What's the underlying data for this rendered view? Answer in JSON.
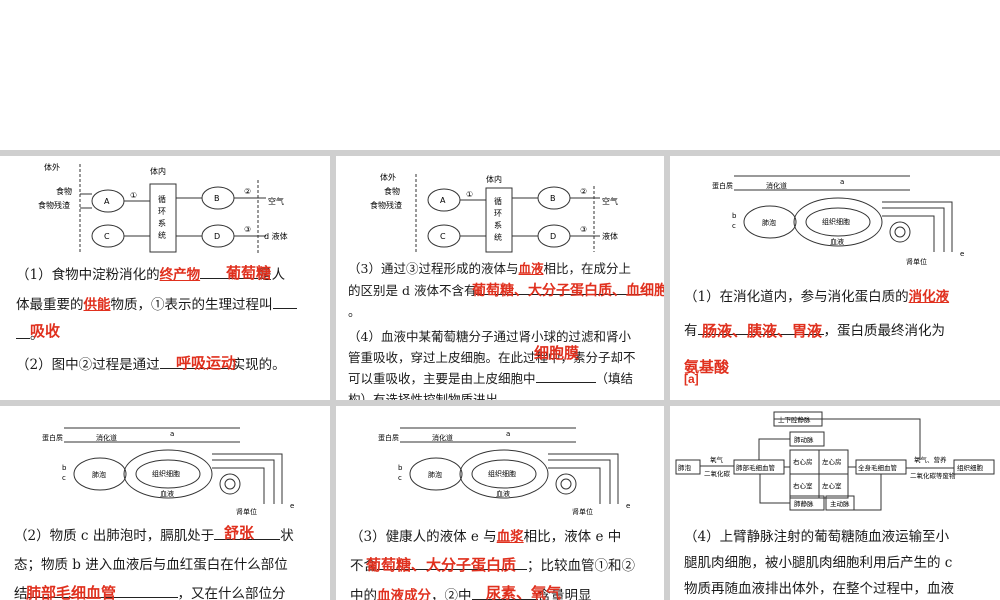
{
  "diagram1": {
    "outside": "体外",
    "inside": "体内",
    "food": "食物",
    "residue": "食物残渣",
    "A": "A",
    "B": "B",
    "C": "C",
    "D": "D",
    "n1": "①",
    "n2": "②",
    "n3": "③",
    "circ": [
      "循",
      "环",
      "系",
      "统"
    ],
    "air": "空气",
    "dliq": "d 液体",
    "liq": "液体"
  },
  "diagram2": {
    "protein": "蛋白质",
    "tract": "消化道",
    "a": "a",
    "b": "b",
    "c": "c",
    "alveoli": "肺泡",
    "tissue": "组织细胞",
    "circ": "血液",
    "kidney": "肾单位",
    "e": "e"
  },
  "diagram3": {
    "svc": "上下腔静脉",
    "pa": "肺动脉",
    "ra": "右心房",
    "la": "左心房",
    "rv": "右心室",
    "lv": "左心室",
    "pv": "肺静脉",
    "ao": "主动脉",
    "lung": "肺泡",
    "o2": "氧气",
    "co2": "二氧化碳",
    "pcap": "肺部毛细血管",
    "scap": "全身毛细血管",
    "o2n": "氧气、营养",
    "co2w": "二氧化碳等废物",
    "cell": "组织细胞"
  },
  "p1": {
    "q1a": "（1）食物中淀粉消化的",
    "q1b": "终产物",
    "q1c": "是人",
    "q1d": "体最重要的",
    "q1e": "供能",
    "q1f": "物质，①表示的生理过程叫",
    "q1g": "。",
    "q2a": "（2）图中②过程是通过",
    "q2b": "实现的。",
    "ans1": "葡萄糖",
    "ans2": "吸收",
    "ans3": "呼吸运动"
  },
  "p2": {
    "q3a": "（3）通过③过程形成的液体与",
    "q3b": "血液",
    "q3c": "相比，在成分上",
    "q3d": "的区别是 d 液体不含有",
    "q3e": "。",
    "q4a": "（4）血液中某葡萄糖分子通过肾小球的过滤和肾小",
    "q4b": "管重吸收，穿过上皮细胞。在此过程中，",
    "q4c": "素分子却不",
    "q4d": "可以重吸收，主要是由上皮细胞中",
    "q4e": "（填结",
    "q4f": "构）有选择性控制物质进出。",
    "ans1": "葡萄糖、大分子蛋白质、血细胞",
    "ans2": "细胞膜"
  },
  "p3": {
    "q1a": "（1）在消化道内，参与消化蛋白质的",
    "q1b": "消化液",
    "q1c": "有",
    "q1d": "，蛋白质最终消化为",
    "ans1": "肠液、胰液、胃液",
    "ans2": "氨基酸",
    "ans3": "[a]"
  },
  "p4": {
    "q2a": "（2）物质 c 出肺泡时，膈肌处于",
    "q2b": "状",
    "q2c": "态；物质 b 进入血液后与血红蛋白在什么部位",
    "q2d": "结",
    "q2e": "，又在什么部位分",
    "ans1": "舒张",
    "ans2": "肺部毛细血管"
  },
  "p5": {
    "q3a": "（3）健康人的液体 e 与",
    "q3b": "血浆",
    "q3c": "相比，液体 e 中",
    "q3d": "不含",
    "q3e": "；比较血管①和②",
    "q3f": "中的",
    "q3g": "血液成分",
    "q3h": "，②中",
    "q3i": "含量明显",
    "ans1": "葡萄糖、大分子蛋白质",
    "ans2": "尿素、氧气"
  },
  "p6": {
    "l1": "（4）上臂静脉注射的葡萄糖随血液运输至小",
    "l2": "腿肌肉细胞，被小腿肌肉细胞利用后产生的 c",
    "l3": "物质再随血液排出体外，在整个过程中，血液"
  }
}
